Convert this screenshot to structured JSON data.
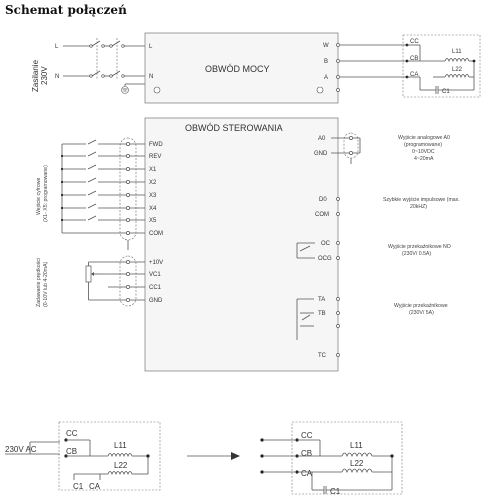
{
  "title": "Schemat połączeń",
  "power_supply": {
    "label_top": "Zasilanie",
    "label_bottom": "230V",
    "inputs": [
      "L",
      "N"
    ]
  },
  "power_block": {
    "label": "OBWÓD MOCY",
    "inputs": [
      "L",
      "N"
    ],
    "outputs": [
      "W",
      "B",
      "A"
    ]
  },
  "control_block": {
    "label": "OBWÓD STEROWANIA"
  },
  "motor_top": {
    "terminals": [
      "CC",
      "CB",
      "CA"
    ],
    "windings": [
      "L11",
      "L22"
    ],
    "capacitor": "C1"
  },
  "digital_inputs": {
    "label_line1": "Wejście cyfrowe",
    "label_line2": "(X1- X5: programowane)",
    "terminals": [
      "FWD",
      "REV",
      "X1",
      "X2",
      "X3",
      "X4",
      "X5",
      "COM"
    ]
  },
  "analog_setpoint": {
    "label_line1": "Zadawanie prędkości",
    "label_line2": "(0-10V lub 4-20mA)",
    "terminals": [
      "+10V",
      "VC1",
      "CC1",
      "GND"
    ]
  },
  "outputs": {
    "analog": {
      "terminals": [
        "A0",
        "GND"
      ],
      "desc": [
        "Wyjście analogowe A0",
        "(programowane)",
        "0~10VDC",
        "4~20mA"
      ]
    },
    "pulse": {
      "terminals": [
        "D0",
        "COM"
      ],
      "desc": [
        "Szybkie wyjście impulsowe (max.",
        "20kHZ)"
      ]
    },
    "relay_no": {
      "terminals": [
        "OC",
        "OCG"
      ],
      "desc": [
        "Wyjście przekaźnikowe NO",
        "(230V/ 0.5A)"
      ]
    },
    "relay": {
      "terminals": [
        "TA",
        "TB",
        "TC"
      ],
      "desc": [
        "Wyjście przekaźnikowe",
        "(230V/ 5A)"
      ]
    }
  },
  "bottom": {
    "supply_label": "230V AC",
    "left_motor": {
      "terminals": [
        "CC",
        "CB",
        "C1",
        "CA"
      ],
      "windings": [
        "L11",
        "L22"
      ]
    },
    "right_motor": {
      "terminals": [
        "CC",
        "CB",
        "CA"
      ],
      "windings": [
        "L11",
        "L22"
      ],
      "capacitor": "C1"
    }
  }
}
